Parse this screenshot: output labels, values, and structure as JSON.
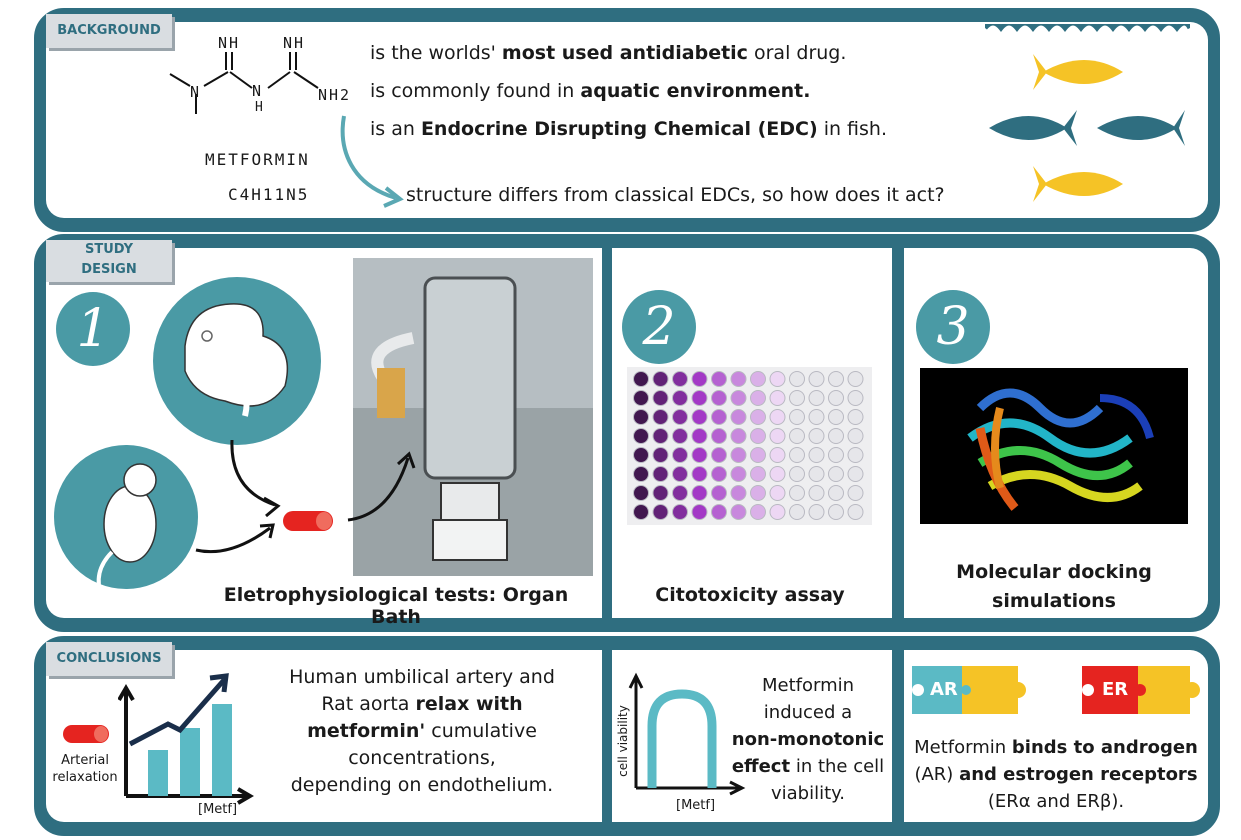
{
  "background": {
    "tag": "BACKGROUND",
    "molecule": {
      "name": "METFORMIN",
      "formula": "C4H11N5",
      "atoms": [
        "NH",
        "NH",
        "N",
        "N",
        "H",
        "NH2"
      ]
    },
    "lines": [
      {
        "pre": "is the worlds' ",
        "bold": "most used antidiabetic",
        "post": " oral drug."
      },
      {
        "pre": "is commonly found in ",
        "bold": "aquatic environment.",
        "post": ""
      },
      {
        "pre": "is an ",
        "bold": "Endocrine Disrupting Chemical (EDC)",
        "post": " in fish."
      }
    ],
    "question": "structure differs from classical EDCs, so how does it act?"
  },
  "study": {
    "tag_line1": "STUDY",
    "tag_line2": "DESIGN",
    "steps": [
      {
        "number": "1",
        "caption": "Eletrophysiological tests: Organ Bath"
      },
      {
        "number": "2",
        "caption": "Citotoxicity assay"
      },
      {
        "number": "3",
        "caption_line1": "Molecular docking",
        "caption_line2": "simulations"
      }
    ]
  },
  "conclusions": {
    "tag": "CONCLUSIONS",
    "c1": {
      "legend_line1": "Arterial",
      "legend_line2": "relaxation",
      "axis_label": "[Metf]",
      "text_l1": "Human umbilical artery and",
      "text_l2_pre": "Rat aorta ",
      "text_l2_bold": "relax with",
      "text_l3_bold": "metformin'",
      "text_l3_post": " cumulative",
      "text_l4": "concentrations,",
      "text_l5": "depending on endothelium."
    },
    "c2": {
      "y_label": "cell viability",
      "x_label": "[Metf]",
      "l1": "Metformin",
      "l2": "induced a",
      "l3_bold": "non-monotonic",
      "l4_bold": "effect",
      "l4_post": " in the cell",
      "l5": "viability."
    },
    "c3": {
      "ar": "AR",
      "er": "ER",
      "l1_pre": "Metformin ",
      "l1_bold": "binds to androgen",
      "l2_pre": "(AR) ",
      "l2_bold": "and estrogen receptors",
      "l3": "(ERα and ERβ)."
    }
  },
  "colors": {
    "frame": "#2f6e80",
    "teal": "#4a9aa5",
    "fish_yellow": "#f5c326",
    "fish_teal": "#2f6e80",
    "red": "#e52420",
    "puzzle_teal": "#5bbac5",
    "puzzle_yellow": "#f5c326"
  }
}
